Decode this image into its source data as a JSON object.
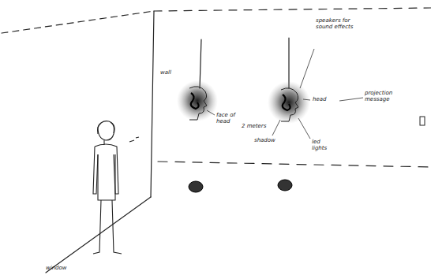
{
  "diagram": {
    "labels": [
      "wall",
      "face of head",
      "2 meters",
      "speakers for sound effects",
      "head",
      "led lights",
      "shadow",
      "projection message",
      "window"
    ]
  }
}
